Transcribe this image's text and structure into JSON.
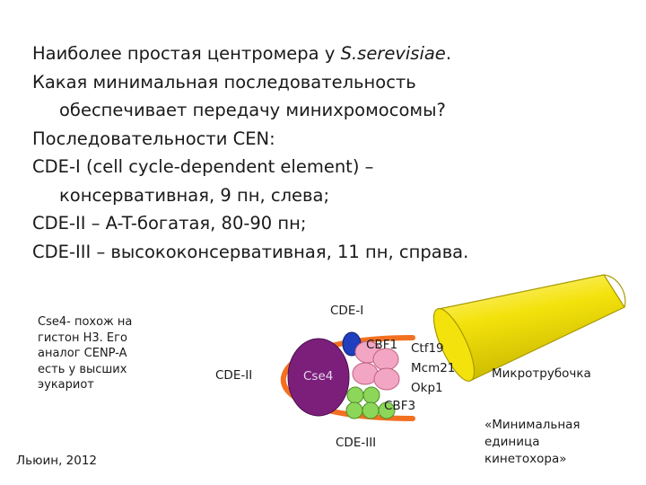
{
  "lines": [
    {
      "text": "Наиболее простая центромера у ",
      "italic": "S.serevisiae",
      "tail": "."
    },
    {
      "text": "Какая минимальная последовательность"
    },
    {
      "text": "обеспечивает передачу минихромосомы?",
      "indent": true
    },
    {
      "text": "Последовательности CEN:"
    },
    {
      "text": "CDE-I (cell cycle-dependent element) –"
    },
    {
      "text": "консервативная, 9 пн, слева;",
      "indent": true
    },
    {
      "text": "CDE-II – A-T-богатая, 80-90 пн;"
    },
    {
      "text": "CDE-III – высококонсервативная, 11 пн, справа."
    }
  ],
  "note": "Cse4- похож на гистон H3. Его аналог CENP-A есть у высших эукариот",
  "citation": "Льюин, 2012",
  "diagram": {
    "cde1": "CDE-I",
    "cde2": "CDE-II",
    "cde3": "CDE-III",
    "cse4": "Cse4",
    "cbf1": "CBF1",
    "ctf19": "Ctf19",
    "mcm21": "Mcm21",
    "okp1": "Okp1",
    "cbf3": "CBF3",
    "microtubule": "Микротрубочка",
    "caption": "«Минимальная единица кинетохора»",
    "colors": {
      "arc": "#f37021",
      "cse4": "#7b1f7b",
      "cbf1": "#1f3fbf",
      "pink": "#f3a6c4",
      "green": "#8cd65a",
      "tube": "#f2e20a",
      "tube_stroke": "#a89a00"
    }
  }
}
